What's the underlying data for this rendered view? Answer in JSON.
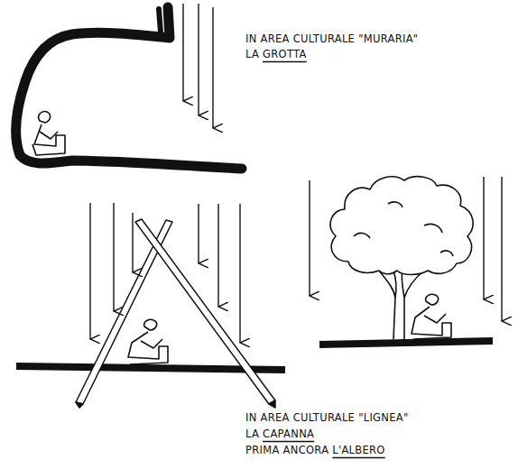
{
  "diagram": {
    "labels": [
      "IN AREA CULTURALE \"MURARIA\"",
      "LA GROTTA",
      "IN AREA CULTURALE \"LIGNEA\"",
      "LA CAPANNA",
      "PRIMA ANCORA L'ALBERO"
    ]
  }
}
